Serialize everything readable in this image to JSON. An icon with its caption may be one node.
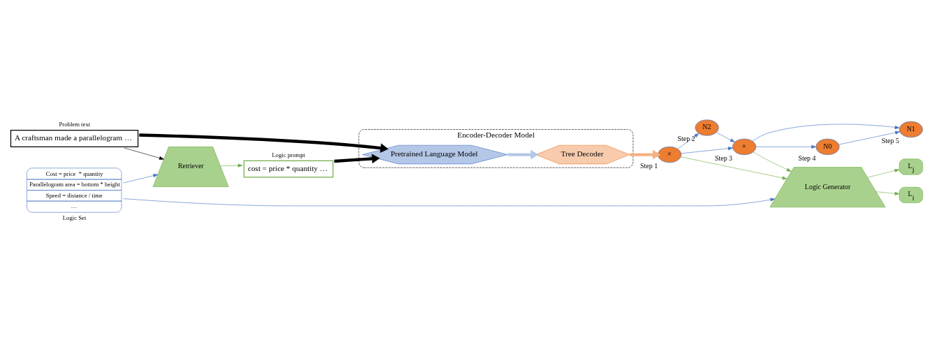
{
  "diagram": {
    "nodes": [
      {
        "text": [
          "Encoder-Decoder Model"
        ]
      },
      {
        "text": [
          "Pretrained Language Model"
        ],
        "in": 0
      },
      {
        "text": [
          "Tree Decoder"
        ],
        "in": 0
      },
      {
        "text": [
          "Problem text",
          "A craftsman made a parallelogram …"
        ]
      },
      {
        "text": [
          "Logic prompt",
          "cost = price * quantity …"
        ]
      },
      {
        "text": [
          "Cost = price  * quantity",
          "Parallelogram area = bottom * height",
          "Speed = distance / time",
          "…",
          "Logic Set"
        ]
      },
      {
        "text": [
          "Retriever"
        ]
      },
      {
        "text": [
          "×"
        ],
        "beside": [
          "Step 1"
        ]
      },
      {
        "text": [
          "N2"
        ],
        "beside": [
          "Step 2"
        ]
      },
      {
        "text": [
          "×"
        ],
        "beside": [
          "Step 3"
        ]
      },
      {
        "text": [
          "N0"
        ],
        "beside": [
          "Step 4"
        ]
      },
      {
        "text": [
          "N1"
        ],
        "beside": [
          "Step 5"
        ]
      },
      {
        "text": [
          "Logic Generator"
        ]
      },
      {
        "text": [
          "L$_{i}$"
        ]
      },
      {
        "text": [
          "L$_{j}$"
        ]
      }
    ],
    "edges": [
      {
        "from": 1,
        "to": 2,
        "arrow": "to",
        "style": "thick",
        "color": "#b4c7e7"
      },
      {
        "from": 3,
        "to": 1,
        "arrow": "to",
        "style": "thick",
        "color": "#000000"
      },
      {
        "from": 4,
        "to": 1,
        "arrow": "to",
        "style": "thick",
        "color": "#000000"
      },
      {
        "from": 2,
        "to": 7,
        "arrow": "to",
        "style": "thick",
        "color": "#f4b183"
      },
      {
        "from": 3,
        "to": 6,
        "arrow": "to",
        "color": "#000000"
      },
      {
        "from": 5,
        "to": 6,
        "arrow": "to"
      },
      {
        "from": 6,
        "to": 4,
        "arrow": "to",
        "color": "#70ad47"
      },
      {
        "from": 5,
        "to": 12,
        "arrow": "to"
      },
      {
        "from": 7,
        "to": 8,
        "arrow": "to"
      },
      {
        "from": 7,
        "to": 9,
        "arrow": "to"
      },
      {
        "from": 8,
        "to": 9,
        "arrow": "to"
      },
      {
        "from": 9,
        "to": 10,
        "arrow": "to"
      },
      {
        "from": 9,
        "to": 11,
        "arrow": "to"
      },
      {
        "from": 10,
        "to": 11,
        "arrow": "to"
      },
      {
        "from": 7,
        "to": 12,
        "arrow": "to",
        "color": "#70ad47"
      },
      {
        "from": 9,
        "to": 12,
        "arrow": "to",
        "color": "#70ad47"
      },
      {
        "from": 12,
        "to": 13,
        "arrow": "to",
        "color": "#70ad47"
      },
      {
        "from": 12,
        "to": 14,
        "arrow": "to",
        "color": "#70ad47"
      }
    ]
  }
}
